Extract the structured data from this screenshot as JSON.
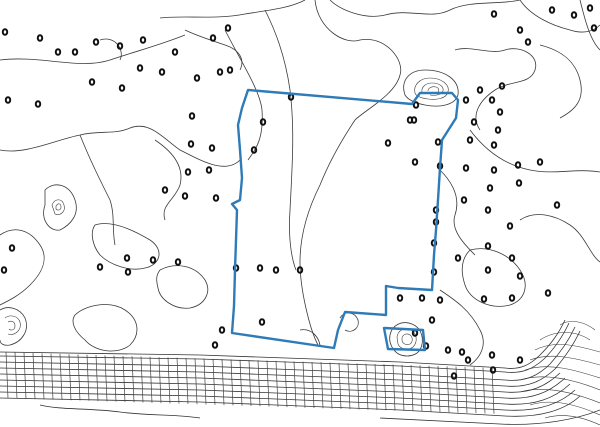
{
  "map": {
    "kind": "topographic site plan",
    "colors": {
      "background": "#ffffff",
      "contour": "#3a3a3a",
      "tree_marker": "#111111",
      "site_boundary": "#2e7bb8"
    },
    "features": [
      "contour-lines",
      "tree-markers",
      "site-boundary",
      "road-edge"
    ]
  }
}
